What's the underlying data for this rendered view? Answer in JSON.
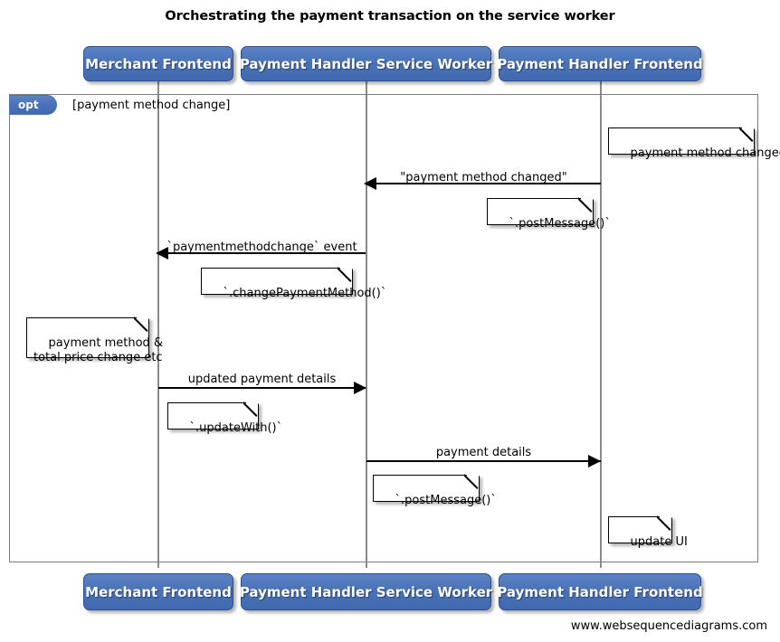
{
  "diagram": {
    "title": "Orchestrating the payment transaction on the service worker",
    "footer": "www.websequencediagrams.com",
    "accent_color": "#4a72b8",
    "line_color": "#8a8a8a",
    "frame_border_color": "#7c7c7c"
  },
  "participants": [
    {
      "id": "merchant-frontend",
      "label": "Merchant Frontend"
    },
    {
      "id": "payment-handler-service-worker",
      "label": "Payment Handler Service Worker"
    },
    {
      "id": "payment-handler-frontend",
      "label": "Payment Handler Frontend"
    }
  ],
  "fragment": {
    "type": "opt",
    "label": "opt",
    "guard": "[payment method change]"
  },
  "messages": [
    {
      "id": "msg-payment-method-changed",
      "label": "\"payment method changed\"",
      "from": "payment-handler-frontend",
      "to": "payment-handler-service-worker",
      "direction": "left"
    },
    {
      "id": "msg-paymentmethodchange-event",
      "label": "`paymentmethodchange` event",
      "from": "payment-handler-service-worker",
      "to": "merchant-frontend",
      "direction": "left"
    },
    {
      "id": "msg-updated-payment-details",
      "label": "updated payment details",
      "from": "merchant-frontend",
      "to": "payment-handler-service-worker",
      "direction": "right"
    },
    {
      "id": "msg-payment-details",
      "label": "payment details",
      "from": "payment-handler-service-worker",
      "to": "payment-handler-frontend",
      "direction": "right"
    }
  ],
  "notes": [
    {
      "id": "note-payment-method-changed",
      "text": "payment method changed",
      "over": "payment-handler-frontend"
    },
    {
      "id": "note-post-message-1",
      "text": "`.postMessage()`",
      "over": "payment-handler-service-worker"
    },
    {
      "id": "note-change-payment-method",
      "text": "`.changePaymentMethod()`",
      "over": "merchant-frontend"
    },
    {
      "id": "note-price-change",
      "text": "payment method &\ntotal price change etc",
      "over": "merchant-frontend"
    },
    {
      "id": "note-update-with",
      "text": "`.updateWith()`",
      "over": "merchant-frontend"
    },
    {
      "id": "note-post-message-2",
      "text": "`.postMessage()`",
      "over": "payment-handler-service-worker"
    },
    {
      "id": "note-update-ui",
      "text": "update UI",
      "over": "payment-handler-frontend"
    }
  ]
}
